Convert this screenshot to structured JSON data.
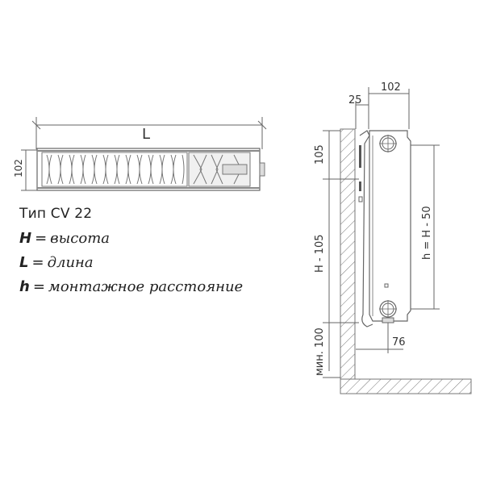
{
  "legend": {
    "title": "Тип CV 22",
    "items": [
      {
        "symbol": "H",
        "equals": "=",
        "description": "высота"
      },
      {
        "symbol": "L",
        "equals": "=",
        "description": "длина"
      },
      {
        "symbol": "h",
        "equals": "=",
        "description": "монтажное расстояние"
      }
    ]
  },
  "top_view": {
    "length_label": "L",
    "depth_label": "102"
  },
  "side_view": {
    "width_label": "102",
    "wall_gap_label": "25",
    "top_offset_label": "105",
    "height_minus_label": "H - 105",
    "mounting_distance_label": "h = H - 50",
    "min_floor_label": "мин. 100",
    "bottom_connection_label": "76"
  },
  "colors": {
    "line": "#555555",
    "hatch": "#777777",
    "fill_light": "#e6e6e6"
  }
}
